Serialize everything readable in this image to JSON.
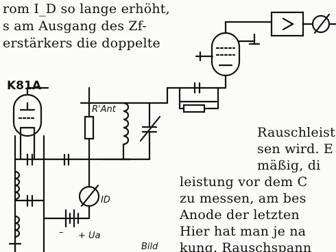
{
  "text_left": [
    "rom I_D so lange erhöht,",
    "s am Ausgang des Zf-",
    "erstärkers die doppelte"
  ],
  "text_right": [
    "Rauschleist",
    "sen wird. E",
    "mäßig,    di",
    "leistung vor dem C",
    "zu messen, am bes",
    "Anode der letzten",
    "Hier hat man je na",
    "kung.  Rauschspann"
  ],
  "figure_caption_partial": "Bild",
  "schematic": {
    "tube_label": "K81A",
    "resistor_label": "R'Ant",
    "meter_label": "ID",
    "supply_minus": "–",
    "supply_plus": "+ Ua",
    "amplifier_symbol": ">"
  },
  "colors": {
    "ink": "#111111",
    "paper": "#fbfbfa"
  }
}
